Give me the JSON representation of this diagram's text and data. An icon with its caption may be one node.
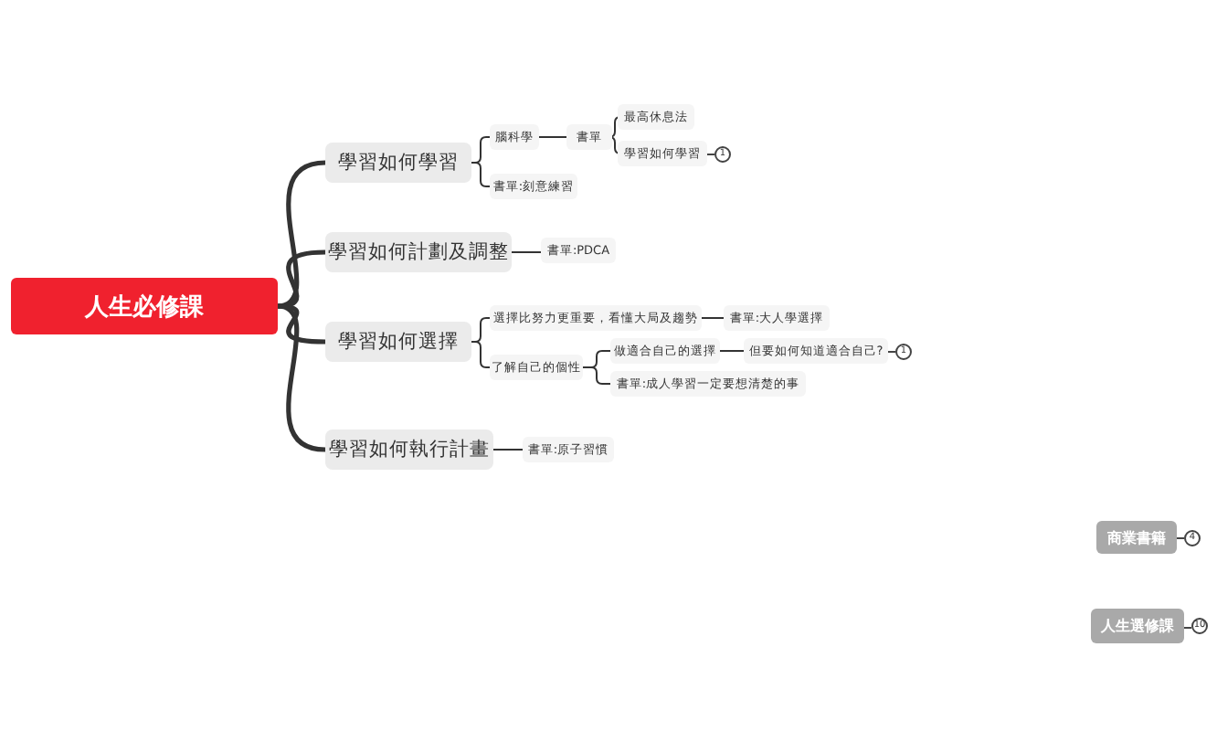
{
  "diagram": {
    "nodes": [
      {
        "text": [
          "人生必修課"
        ]
      },
      {
        "text": [
          "學習如何學習"
        ]
      },
      {
        "text": [
          "學習如何計劃及調整"
        ]
      },
      {
        "text": [
          "學習如何選擇"
        ]
      },
      {
        "text": [
          "學習如何執行計畫"
        ]
      },
      {
        "text": [
          "腦科學"
        ]
      },
      {
        "text": [
          "書單"
        ]
      },
      {
        "text": [
          "最高休息法"
        ]
      },
      {
        "text": [
          "學習如何學習"
        ],
        "beside": [
          "1"
        ]
      },
      {
        "text": [
          "書單:刻意練習"
        ]
      },
      {
        "text": [
          "書單:PDCA"
        ]
      },
      {
        "text": [
          "選擇比努力更重要，看懂大局及趨勢"
        ]
      },
      {
        "text": [
          "書單:大人學選擇"
        ]
      },
      {
        "text": [
          "了解自己的個性"
        ]
      },
      {
        "text": [
          "做適合自己的選擇"
        ]
      },
      {
        "text": [
          "但要如何知道適合自己?"
        ],
        "beside": [
          "1"
        ]
      },
      {
        "text": [
          "書單:成人學習一定要想清楚的事"
        ]
      },
      {
        "text": [
          "書單:原子習慣"
        ]
      },
      {
        "text": [
          "商業書籍"
        ],
        "beside": [
          "4"
        ]
      },
      {
        "text": [
          "人生選修課"
        ],
        "beside": [
          "10"
        ]
      }
    ],
    "edges": [
      {
        "from": 0,
        "to": 1,
        "arrow": "none",
        "style": "thick"
      },
      {
        "from": 0,
        "to": 2,
        "arrow": "none",
        "style": "thick"
      },
      {
        "from": 0,
        "to": 3,
        "arrow": "none",
        "style": "thick"
      },
      {
        "from": 0,
        "to": 4,
        "arrow": "none",
        "style": "thick"
      },
      {
        "from": 1,
        "to": 5,
        "arrow": "none"
      },
      {
        "from": 1,
        "to": 9,
        "arrow": "none"
      },
      {
        "from": 5,
        "to": 6,
        "arrow": "none"
      },
      {
        "from": 6,
        "to": 7,
        "arrow": "none"
      },
      {
        "from": 6,
        "to": 8,
        "arrow": "none"
      },
      {
        "from": 2,
        "to": 10,
        "arrow": "none"
      },
      {
        "from": 3,
        "to": 11,
        "arrow": "none"
      },
      {
        "from": 3,
        "to": 13,
        "arrow": "none"
      },
      {
        "from": 11,
        "to": 12,
        "arrow": "none"
      },
      {
        "from": 13,
        "to": 14,
        "arrow": "none"
      },
      {
        "from": 13,
        "to": 16,
        "arrow": "none"
      },
      {
        "from": 14,
        "to": 15,
        "arrow": "none"
      },
      {
        "from": 4,
        "to": 17,
        "arrow": "none"
      }
    ]
  }
}
